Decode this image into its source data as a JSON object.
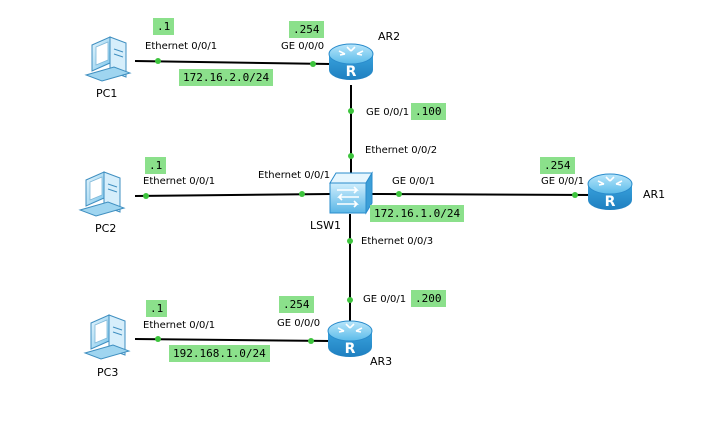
{
  "devices": {
    "pc1": "PC1",
    "pc2": "PC2",
    "pc3": "PC3",
    "ar1": "AR1",
    "ar2": "AR2",
    "ar3": "AR3",
    "lsw1": "LSW1"
  },
  "ports": {
    "pc1_eth": "Ethernet 0/0/1",
    "ar2_ge000": "GE 0/0/0",
    "ar2_ge001": "GE 0/0/1",
    "lsw_eth002": "Ethernet 0/0/2",
    "pc2_eth": "Ethernet 0/0/1",
    "lsw_eth001": "Ethernet 0/0/1",
    "lsw_ge001": "GE 0/0/1",
    "ar1_ge001": "GE 0/0/1",
    "lsw_eth003": "Ethernet 0/0/3",
    "ar3_ge001": "GE 0/0/1",
    "ar3_ge000": "GE 0/0/0",
    "pc3_eth": "Ethernet 0/0/1"
  },
  "addresses": {
    "pc1_host": ".1",
    "ar2_ge000_host": ".254",
    "net_ar2_pc1": "172.16.2.0/24",
    "ar2_ge001_host": ".100",
    "pc2_host": ".1",
    "ar1_host": ".254",
    "net_lan": "172.16.1.0/24",
    "ar3_ge001_host": ".200",
    "pc3_host": ".1",
    "ar3_ge000_host": ".254",
    "net_ar3_pc3": "192.168.1.0/24"
  },
  "colors": {
    "tag_bg": "#8be08b",
    "port_dot": "#3dc43d",
    "router_body": "#3aa7e0",
    "link": "#000000"
  }
}
